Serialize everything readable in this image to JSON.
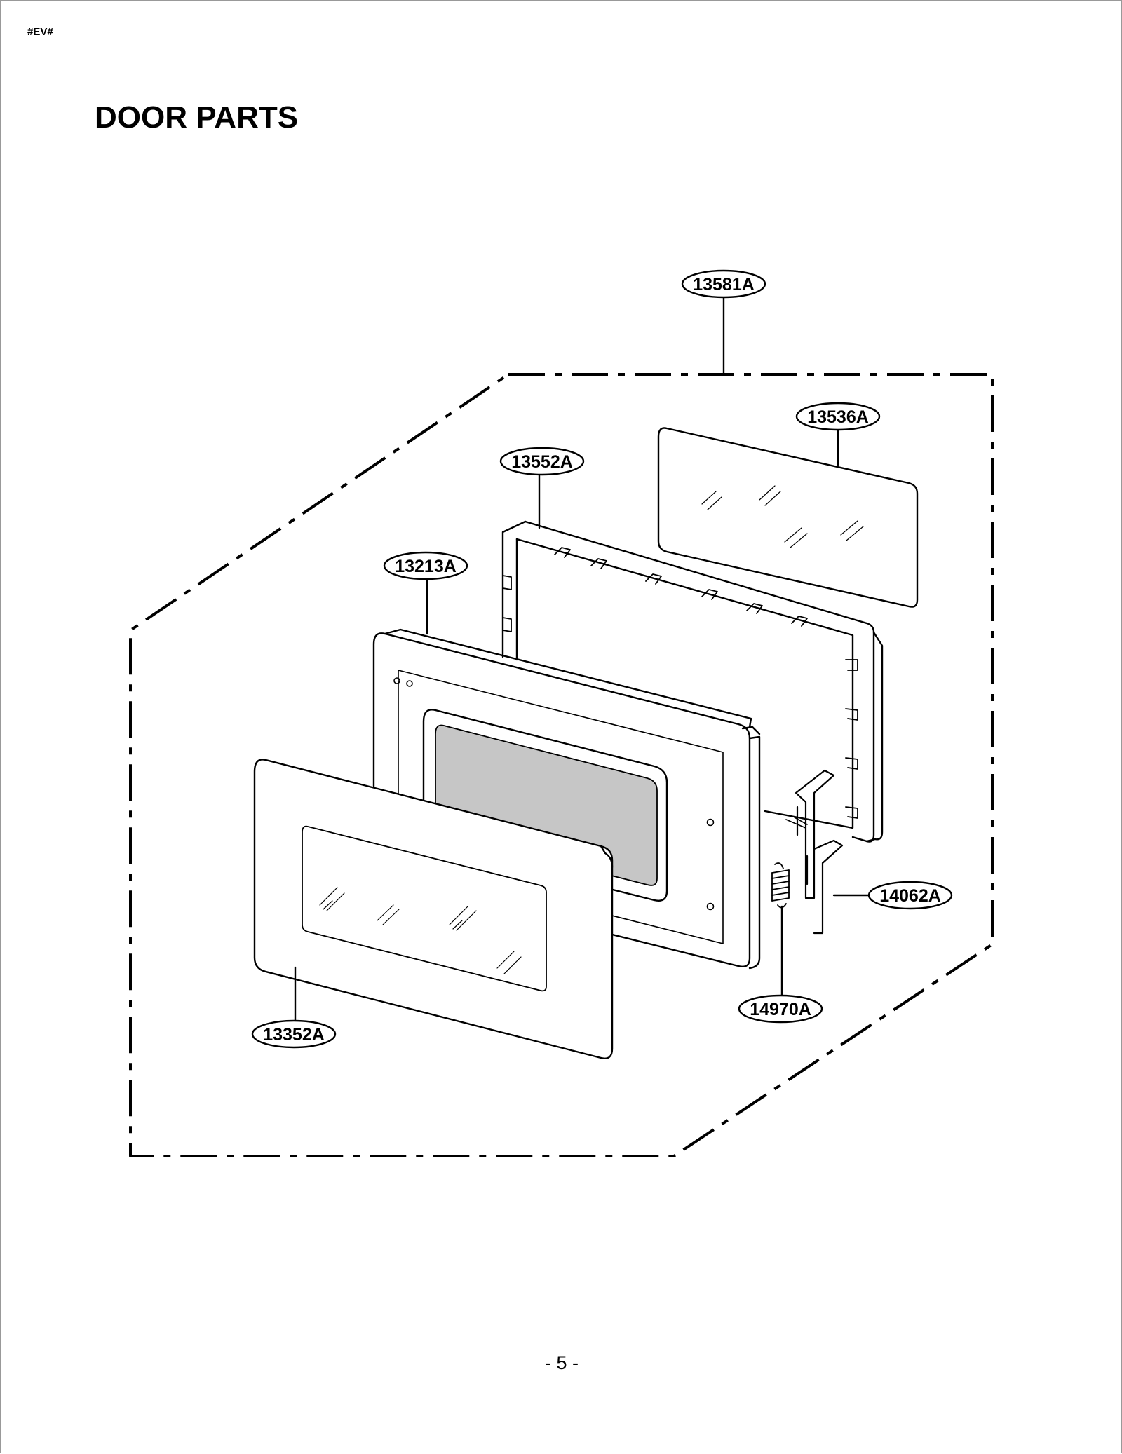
{
  "header": {
    "doc_code": "#EV#"
  },
  "title": "DOOR PARTS",
  "callouts": {
    "assembly": "13581A",
    "glass_window": "13536A",
    "choke_cover": "13552A",
    "door_frame": "13213A",
    "door_cover": "13352A",
    "latch": "14062A",
    "spring": "14970A"
  },
  "footer": {
    "page_number": "- 5 -"
  },
  "colors": {
    "line": "#000000",
    "window_fill": "#c6c6c6",
    "background": "#ffffff"
  }
}
